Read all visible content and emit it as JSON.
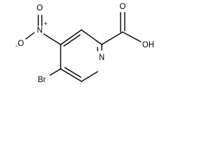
{
  "molecule": {
    "labels": {
      "carboxyl_O": "O",
      "carboxyl_OH": "OH",
      "ring_N": "N",
      "nitro_N": "N",
      "nitro_N_charge": "+",
      "nitro_O_top": "O",
      "nitro_O_left": "O",
      "nitro_O_charge": "-",
      "bromine": "Br"
    }
  }
}
